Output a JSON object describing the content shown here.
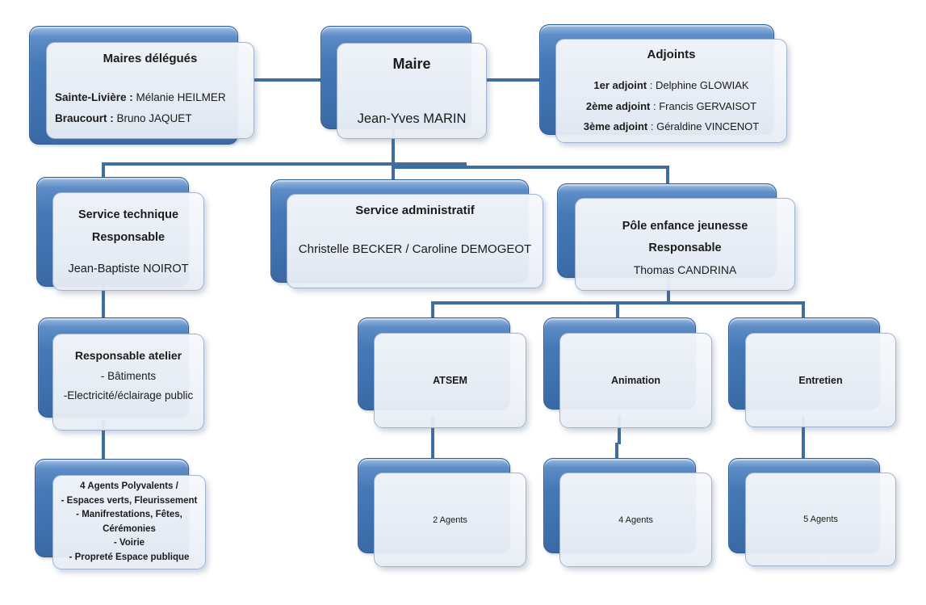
{
  "diagram": {
    "background_color": "#ffffff",
    "connector_color": "#3e6d9e",
    "node_back_fill": "#4478b6",
    "node_front_fill": "#f0f3f8",
    "nodes": {
      "maires_delegues": {
        "title": "Maires délégués",
        "rows": [
          {
            "label": "Sainte-Livière :",
            "value": "Mélanie HEILMER"
          },
          {
            "label": "Braucourt :",
            "value": "Bruno JAQUET"
          }
        ]
      },
      "maire": {
        "title": "Maire",
        "name": "Jean-Yves MARIN"
      },
      "adjoints": {
        "title": "Adjoints",
        "rows": [
          {
            "label": "1er adjoint",
            "value": ": Delphine GLOWIAK"
          },
          {
            "label": "2ème adjoint",
            "value": ": Francis GERVAISOT"
          },
          {
            "label": "3ème adjoint",
            "value": ": Géraldine VINCENOT"
          }
        ]
      },
      "service_technique": {
        "title": "Service technique",
        "subtitle": "Responsable",
        "name": "Jean-Baptiste NOIROT"
      },
      "service_administratif": {
        "title": "Service administratif",
        "name": "Christelle BECKER / Caroline DEMOGEOT"
      },
      "pole_enfance": {
        "title": "Pôle enfance jeunesse",
        "subtitle": "Responsable",
        "name": "Thomas CANDRINA"
      },
      "responsable_atelier": {
        "title": "Responsable atelier",
        "items": [
          "- Bâtiments",
          "-Electricité/éclairage public"
        ]
      },
      "agents_polyvalents": {
        "lines": [
          "4 Agents Polyvalents /",
          "- Espaces verts, Fleurissement",
          "- Manifrestations, Fêtes, Cérémonies",
          "- Voirie",
          "- Propreté Espace publique"
        ]
      },
      "atsem": {
        "title": "ATSEM"
      },
      "animation": {
        "title": "Animation"
      },
      "entretien": {
        "title": "Entretien"
      },
      "agents_atsem": {
        "name": "2 Agents"
      },
      "agents_animation": {
        "name": "4 Agents"
      },
      "agents_entretien": {
        "name": "5 Agents"
      }
    }
  }
}
